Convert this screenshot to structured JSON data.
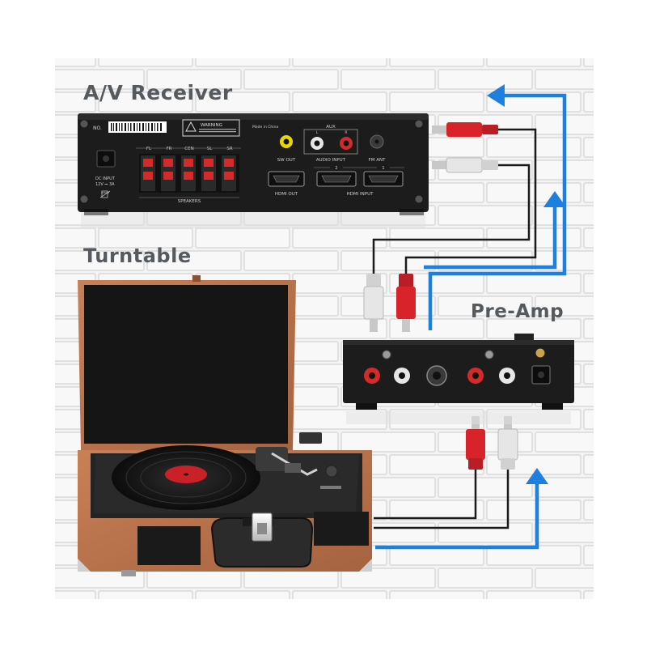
{
  "titles": {
    "av_receiver": "A/V Receiver",
    "turntable": "Turntable",
    "pre_amp": "Pre-Amp"
  },
  "receiver": {
    "no_label": "NO.",
    "warning_label": "WARNING",
    "made_in": "Made in China",
    "dc_input_line1": "DC INPUT",
    "dc_input_line2": "12V ⎓ 3A",
    "speaker_channels": [
      "FL",
      "FR",
      "CEN",
      "SL",
      "SR"
    ],
    "speakers_label": "SPEAKERS",
    "aux_label": "AUX",
    "aux_left": "L",
    "aux_right": "R",
    "sw_out": "SW OUT",
    "audio_input": "AUDIO INPUT",
    "fm_ant": "FM ANT",
    "hdmi_out": "HDMI OUT",
    "hdmi_input": "HDMI INPUT",
    "hdmi_port_1": "1",
    "hdmi_port_2": "2"
  },
  "colors": {
    "arrow_blue": "#1d7fe0",
    "rca_red": "#d9232b",
    "rca_white": "#e6e6e6",
    "device_black": "#1c1c1c",
    "case_brown": "#b8724a",
    "wall": "#f2f2f2"
  },
  "icons": [
    "recycle-bin-icon",
    "warning-icon"
  ]
}
